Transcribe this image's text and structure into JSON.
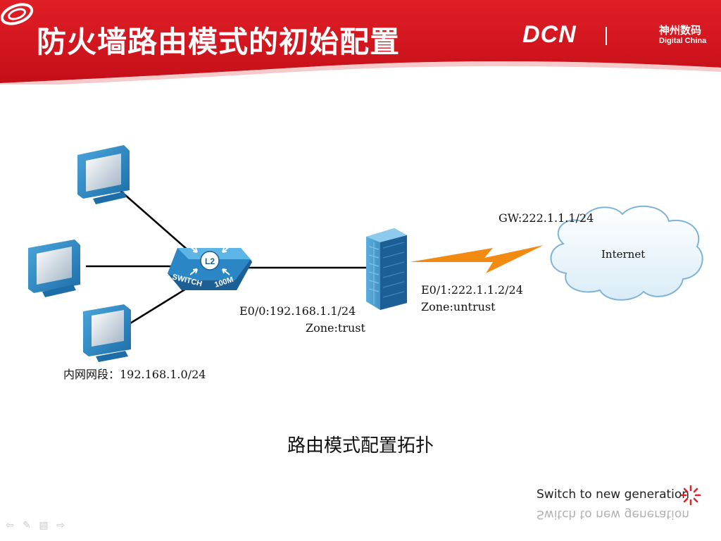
{
  "header": {
    "title": "防火墙路由模式的初始配置",
    "logo_dcn": "DCN",
    "logo_cn": "神州数码",
    "logo_en": "Digital China"
  },
  "diagram": {
    "switch_badge": "L2",
    "switch_label": "SWITCH",
    "switch_speed": "100M",
    "lan_segment": "内网网段：192.168.1.0/24",
    "inside_interface": "E0/0:192.168.1.1/24",
    "inside_zone": "Zone:trust",
    "outside_interface": "E0/1:222.1.1.2/24",
    "outside_zone": "Zone:untrust",
    "gateway": "GW:222.1.1.1/24",
    "cloud_label": "Internet"
  },
  "caption": "路由模式配置拓扑",
  "footer": {
    "tagline": "Switch to new generation"
  },
  "colors": {
    "header_red": "#d7141e",
    "device_blue": "#2a86c4",
    "bolt_orange": "#f28a12"
  }
}
